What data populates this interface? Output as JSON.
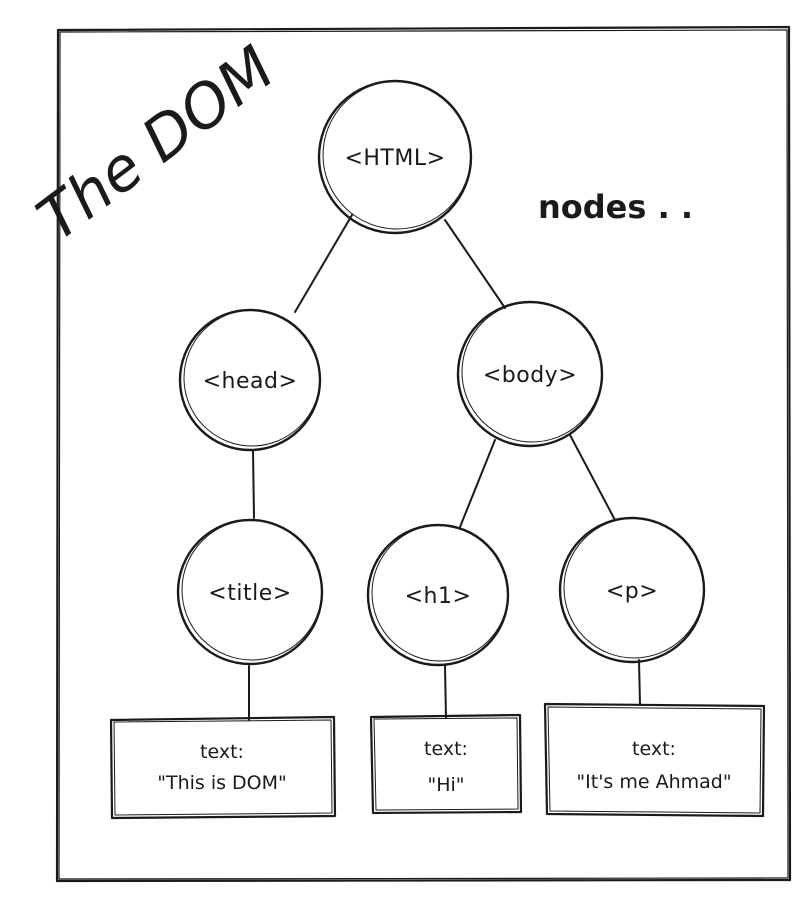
{
  "title": "The DOM",
  "annotation": "nodes . .",
  "nodes": [
    {
      "id": "html",
      "label": "<HTML>"
    },
    {
      "id": "head",
      "label": "<head>"
    },
    {
      "id": "body",
      "label": "<body>"
    },
    {
      "id": "title",
      "label": "<title>"
    },
    {
      "id": "h1",
      "label": "<h1>"
    },
    {
      "id": "p",
      "label": "<p>"
    }
  ],
  "leaves": [
    {
      "id": "title-text",
      "line1": "text:",
      "line2": "\"This is DOM\""
    },
    {
      "id": "h1-text",
      "line1": "text:",
      "line2": "\"Hi\""
    },
    {
      "id": "p-text",
      "line1": "text:",
      "line2": "\"It's me Ahmad\""
    }
  ],
  "colors": {
    "ink": "#1a1a1a",
    "paper": "#ffffff"
  }
}
